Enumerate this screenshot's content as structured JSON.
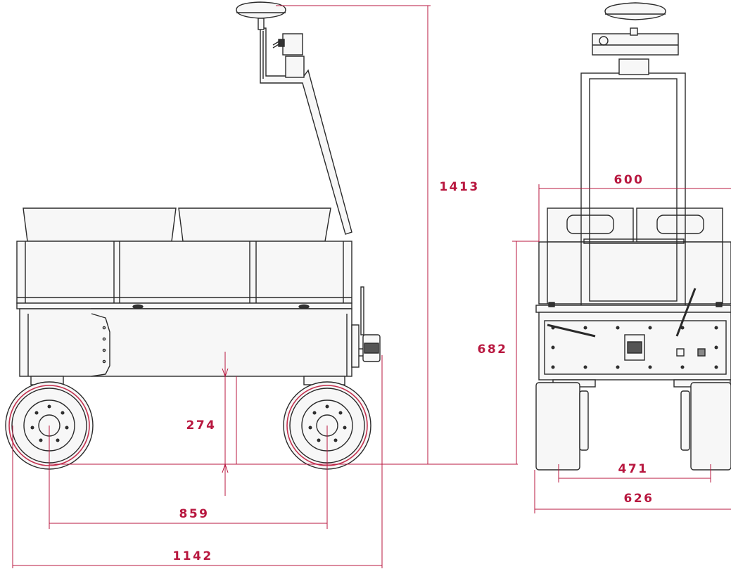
{
  "colors": {
    "dimension": "#b8173f",
    "wheel_rim": "#c4314f",
    "outline": "#2a2a2a",
    "fill": "#f7f7f7",
    "dark": "#333333",
    "background": "#ffffff"
  },
  "dimensions": {
    "overall_height": "1413",
    "ground_clearance": "274",
    "wheelbase": "859",
    "overall_length": "1142",
    "platform_width": "600",
    "platform_height": "682",
    "inner_track_width": "471",
    "overall_width": "626"
  }
}
